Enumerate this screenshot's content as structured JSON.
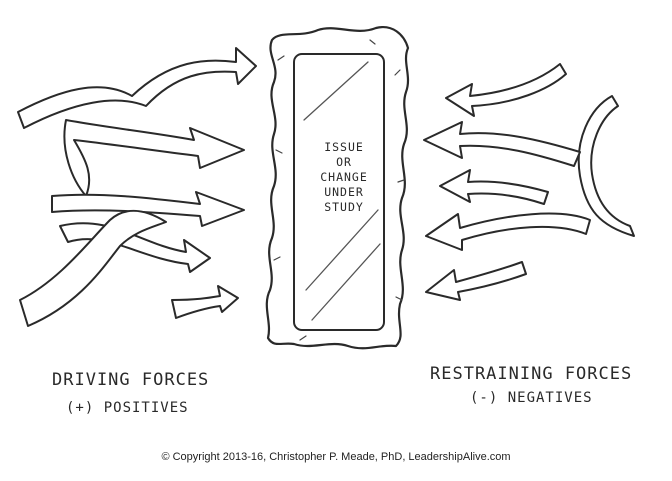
{
  "issue": {
    "lines": [
      "ISSUE",
      "OR",
      "CHANGE",
      "UNDER",
      "STUDY"
    ]
  },
  "driving": {
    "title": "DRIVING FORCES",
    "subtitle": "(+) POSITIVES"
  },
  "restraining": {
    "title": "RESTRAINING FORCES",
    "subtitle": "(-) NEGATIVES"
  },
  "copyright": "©  Copyright 2013-16, Christopher P. Meade, PhD, LeadershipAlive.com",
  "icons": [
    "mirror-frame-icon",
    "right-arrow-icon",
    "left-arrow-icon"
  ],
  "colors": {
    "ink": "#2a2a2a",
    "background": "#ffffff"
  }
}
